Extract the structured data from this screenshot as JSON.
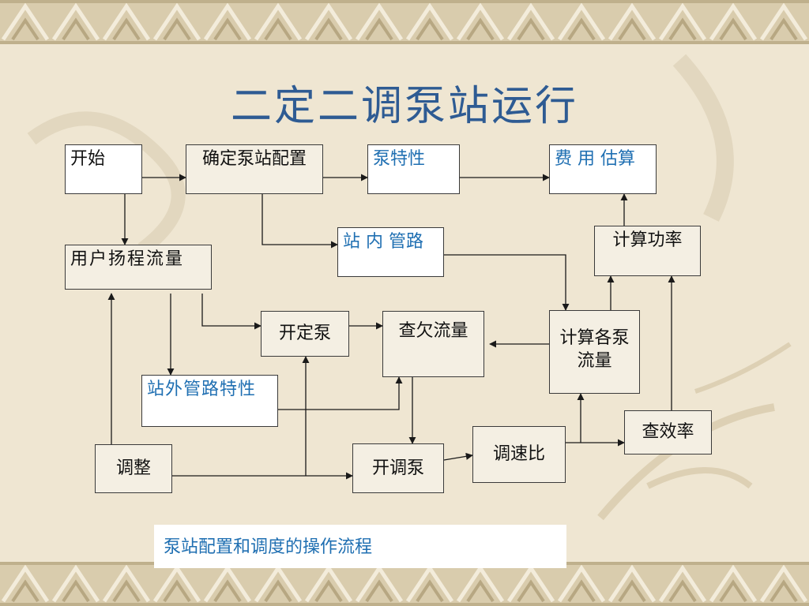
{
  "title": "二定二调泵站运行",
  "boxes": {
    "start": "开始",
    "pump_config": "确定泵站配置",
    "pump_char": "泵特性",
    "cost_est": "费 用 估算",
    "user_head": "用户扬程流量",
    "station_pipe": "站 内 管路",
    "calc_power": "计算功率",
    "fixed_pump": "开定泵",
    "check_flow": "查欠流量",
    "calc_flow": "计算各泵流量",
    "outside_pipe": "站外管路特性",
    "adjust": "调整",
    "speed_pump": "开调泵",
    "speed_ratio": "调速比",
    "efficiency": "查效率"
  },
  "caption": "泵站配置和调度的操作流程",
  "colors": {
    "title": "#2e5b93",
    "blue_text": "#1f6fb2",
    "background": "#efe6d2",
    "band": "#d9ccad"
  }
}
